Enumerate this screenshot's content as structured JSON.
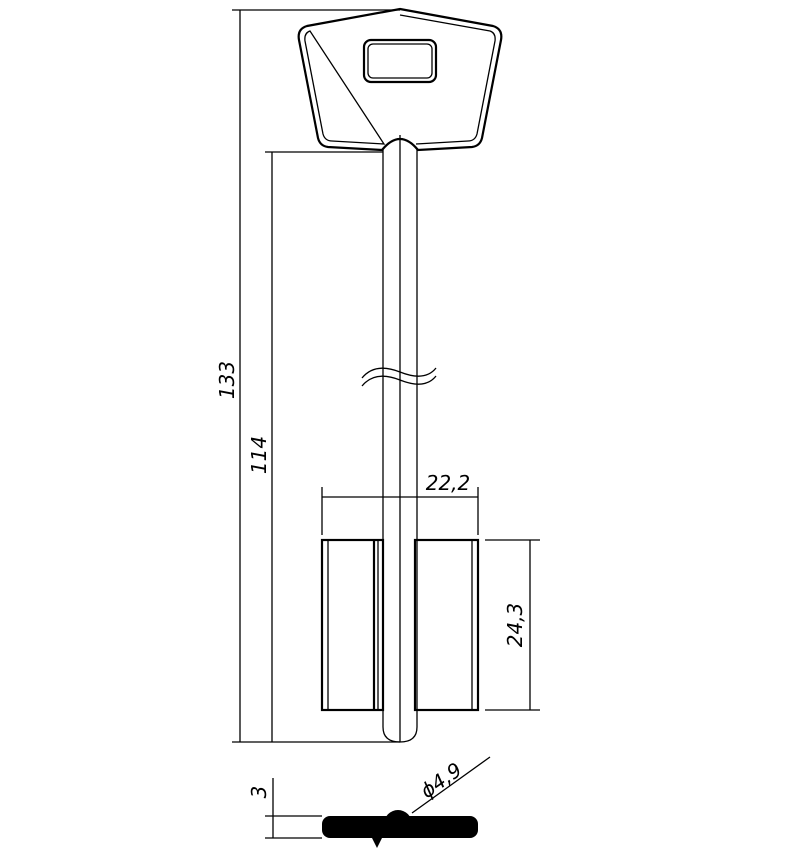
{
  "drawing": {
    "title": "Double-bit key drawing",
    "dimensions": {
      "overall_length": "133",
      "shank_length": "114",
      "bit_width": "22,2",
      "bit_height": "24,3",
      "bit_thickness": "3",
      "shaft_diameter": "ϕ4,9"
    }
  }
}
